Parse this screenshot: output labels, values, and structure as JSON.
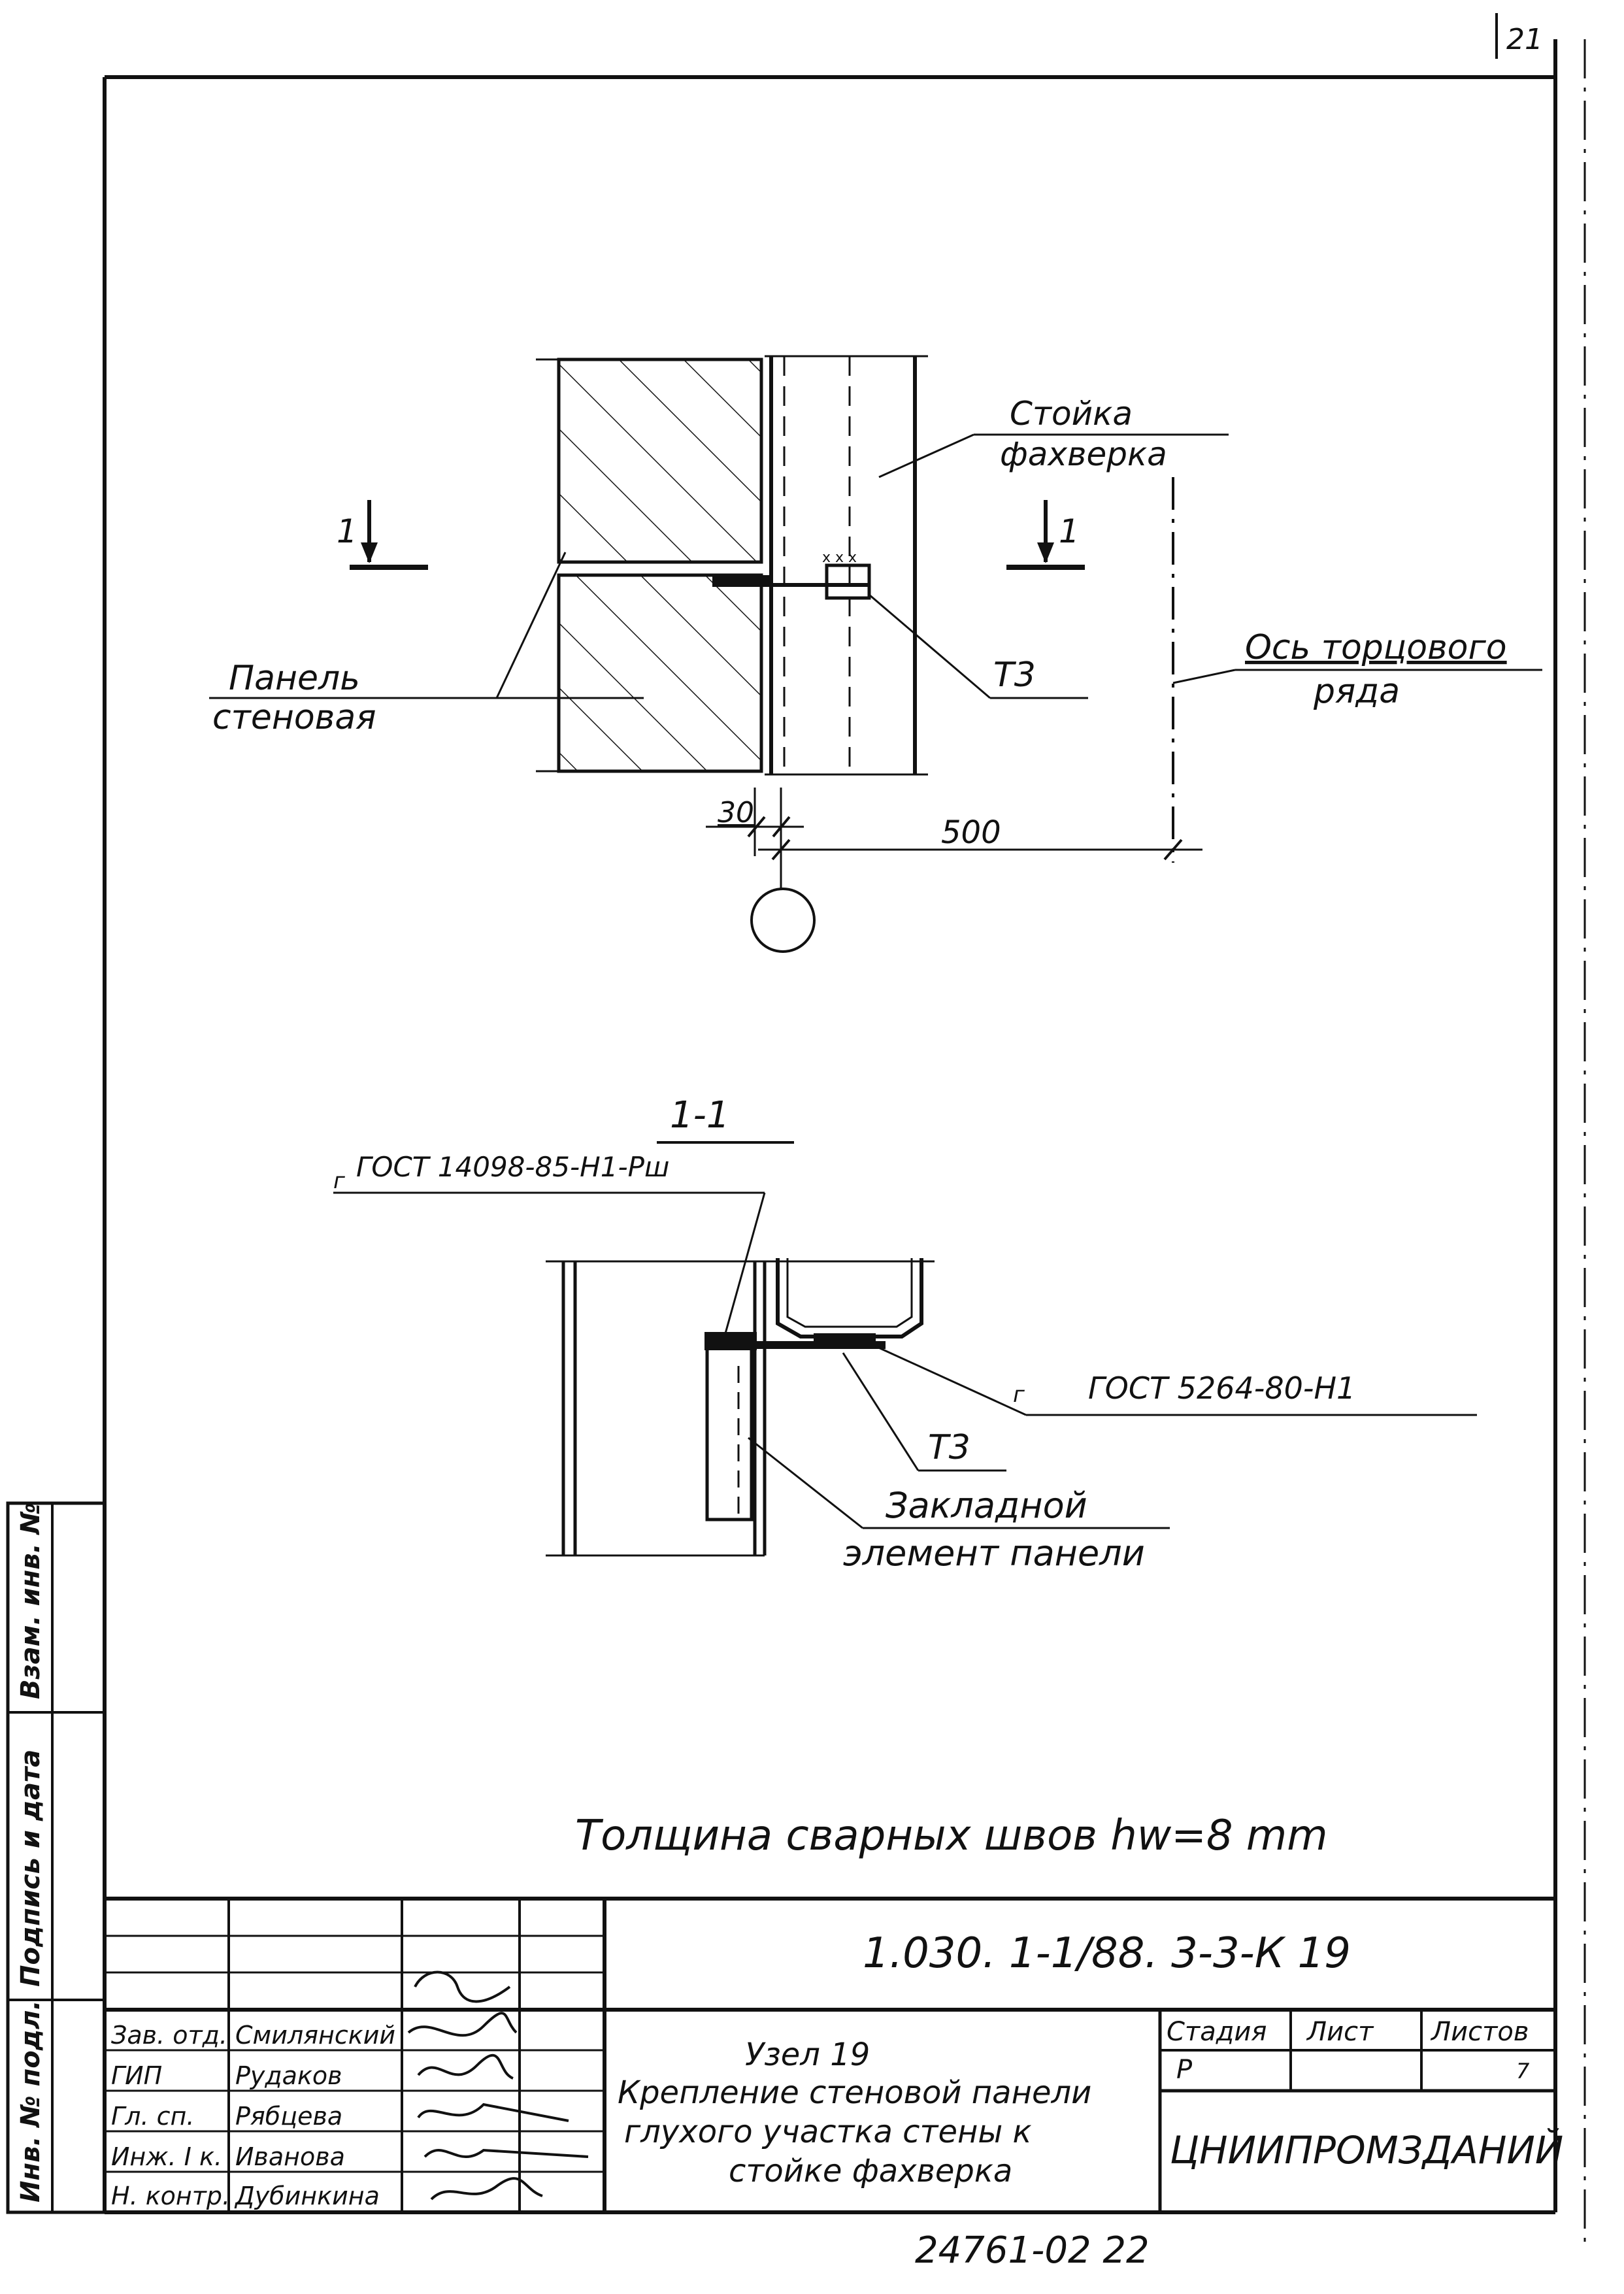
{
  "corner_mark": "21",
  "plan": {
    "post_label": [
      "Стойка",
      "фахверка"
    ],
    "panel_label": [
      "Панель",
      "стеновая"
    ],
    "axis_label": [
      "Ось торцового",
      "ряда"
    ],
    "weld_mark": "Т3",
    "section_mark": "1",
    "dim_gap": "30",
    "dim_axis": "500"
  },
  "section": {
    "title": "1-1",
    "weld_top": "ГОСТ 14098-85-Н1-Рш",
    "weld_top_prefix": "г",
    "weld_right": "ГОСТ 5264-80-Н1",
    "weld_right_prefix": "г",
    "weld_mark": "Т3",
    "embed_label": [
      "Закладной",
      "элемент панели"
    ]
  },
  "note": "Толщина сварных швов  hw=8 mm",
  "stamp": {
    "code": "1.030. 1-1/88. 3-3-К 19",
    "title": [
      "Узел 19",
      "Крепление стеновой панели",
      "глухого участка стены к",
      "стойке фахверка"
    ],
    "headers": [
      "Стадия",
      "Лист",
      "Листов"
    ],
    "stage": "Р",
    "sheets": "7",
    "org": "ЦНИИПРОМЗДАНИЙ",
    "people": [
      {
        "role": "Зав. отд.",
        "name": "Смилянский"
      },
      {
        "role": "ГИП",
        "name": "Рудаков"
      },
      {
        "role": "Гл. сп.",
        "name": "Рябцева"
      },
      {
        "role": "Инж. I к.",
        "name": "Иванова"
      },
      {
        "role": "Н. контр.",
        "name": "Дубинкина"
      }
    ]
  },
  "side_strip": [
    "Инв. № подл.",
    "Подпись и дата",
    "Взам. инв. №"
  ],
  "footer": "24761-02  22"
}
